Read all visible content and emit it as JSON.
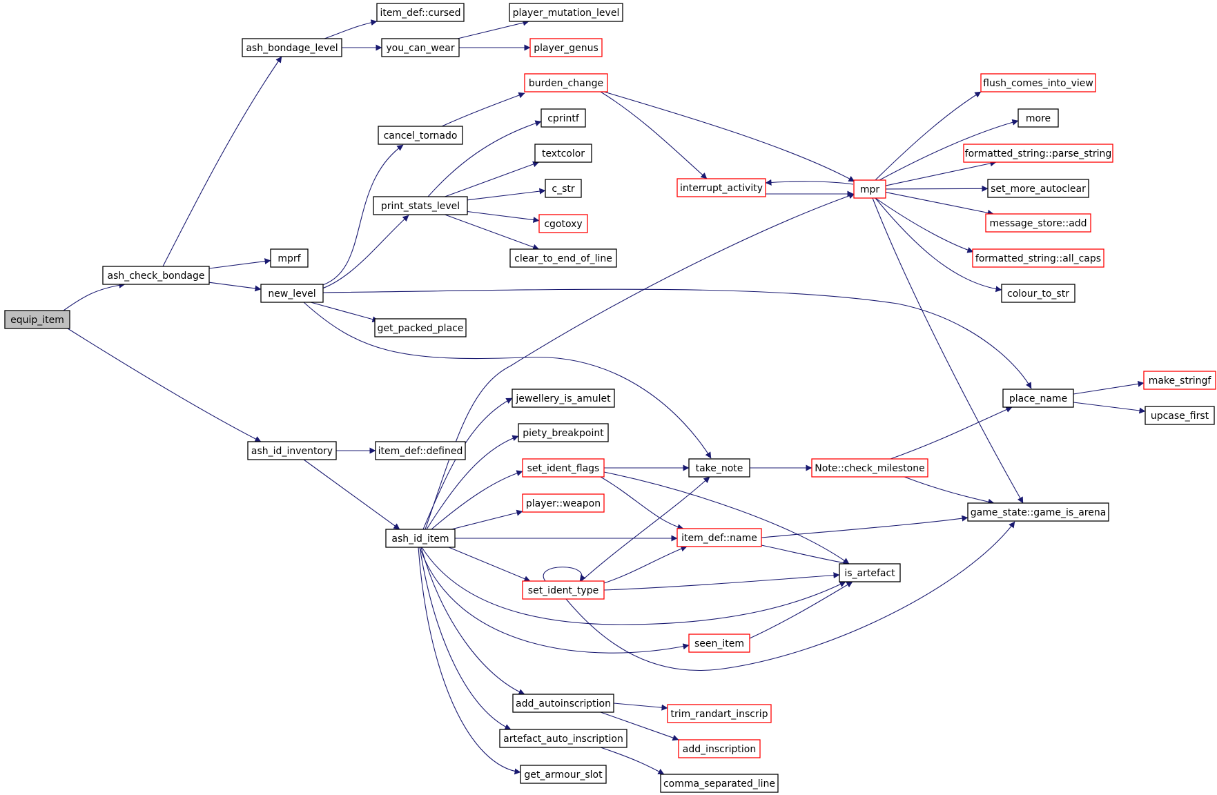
{
  "colors": {
    "edge": "#191970",
    "box_normal": "#000000",
    "box_truncated": "#ff0000",
    "root_fill": "#bfbfbf"
  },
  "nodes": [
    {
      "id": "equip_item",
      "label": "equip_item",
      "style": "root"
    },
    {
      "id": "ash_check_bondage",
      "label": "ash_check_bondage",
      "style": "black"
    },
    {
      "id": "ash_bondage_level",
      "label": "ash_bondage_level",
      "style": "black"
    },
    {
      "id": "item_def_cursed",
      "label": "item_def::cursed",
      "style": "black"
    },
    {
      "id": "player_mutation_level",
      "label": "player_mutation_level",
      "style": "black"
    },
    {
      "id": "you_can_wear",
      "label": "you_can_wear",
      "style": "black"
    },
    {
      "id": "player_genus",
      "label": "player_genus",
      "style": "red"
    },
    {
      "id": "burden_change",
      "label": "burden_change",
      "style": "red"
    },
    {
      "id": "cancel_tornado",
      "label": "cancel_tornado",
      "style": "black"
    },
    {
      "id": "cprintf",
      "label": "cprintf",
      "style": "black"
    },
    {
      "id": "textcolor",
      "label": "textcolor",
      "style": "black"
    },
    {
      "id": "c_str",
      "label": "c_str",
      "style": "black"
    },
    {
      "id": "print_stats_level",
      "label": "print_stats_level",
      "style": "black"
    },
    {
      "id": "cgotoxy",
      "label": "cgotoxy",
      "style": "red"
    },
    {
      "id": "clear_to_end_of_line",
      "label": "clear_to_end_of_line",
      "style": "black"
    },
    {
      "id": "mprf",
      "label": "mprf",
      "style": "black"
    },
    {
      "id": "new_level",
      "label": "new_level",
      "style": "black"
    },
    {
      "id": "get_packed_place",
      "label": "get_packed_place",
      "style": "black"
    },
    {
      "id": "interrupt_activity",
      "label": "interrupt_activity",
      "style": "red"
    },
    {
      "id": "mpr",
      "label": "mpr",
      "style": "red"
    },
    {
      "id": "flush_comes_into_view",
      "label": "flush_comes_into_view",
      "style": "red"
    },
    {
      "id": "more",
      "label": "more",
      "style": "black"
    },
    {
      "id": "parse_string",
      "label": "formatted_string::parse_string",
      "style": "red"
    },
    {
      "id": "set_more_autoclear",
      "label": "set_more_autoclear",
      "style": "black"
    },
    {
      "id": "message_store_add",
      "label": "message_store::add",
      "style": "red"
    },
    {
      "id": "all_caps",
      "label": "formatted_string::all_caps",
      "style": "red"
    },
    {
      "id": "colour_to_str",
      "label": "colour_to_str",
      "style": "black"
    },
    {
      "id": "make_stringf",
      "label": "make_stringf",
      "style": "red"
    },
    {
      "id": "place_name",
      "label": "place_name",
      "style": "black"
    },
    {
      "id": "upcase_first",
      "label": "upcase_first",
      "style": "black"
    },
    {
      "id": "jewellery_is_amulet",
      "label": "jewellery_is_amulet",
      "style": "black"
    },
    {
      "id": "piety_breakpoint",
      "label": "piety_breakpoint",
      "style": "black"
    },
    {
      "id": "ash_id_inventory",
      "label": "ash_id_inventory",
      "style": "black"
    },
    {
      "id": "item_def_defined",
      "label": "item_def::defined",
      "style": "black"
    },
    {
      "id": "set_ident_flags",
      "label": "set_ident_flags",
      "style": "red"
    },
    {
      "id": "take_note",
      "label": "take_note",
      "style": "black"
    },
    {
      "id": "check_milestone",
      "label": "Note::check_milestone",
      "style": "red"
    },
    {
      "id": "player_weapon",
      "label": "player::weapon",
      "style": "red"
    },
    {
      "id": "game_is_arena",
      "label": "game_state::game_is_arena",
      "style": "black"
    },
    {
      "id": "ash_id_item",
      "label": "ash_id_item",
      "style": "black"
    },
    {
      "id": "item_def_name",
      "label": "item_def::name",
      "style": "red"
    },
    {
      "id": "is_artefact",
      "label": "is_artefact",
      "style": "black"
    },
    {
      "id": "set_ident_type",
      "label": "set_ident_type",
      "style": "red"
    },
    {
      "id": "seen_item",
      "label": "seen_item",
      "style": "red"
    },
    {
      "id": "add_autoinscription",
      "label": "add_autoinscription",
      "style": "black"
    },
    {
      "id": "trim_randart_inscrip",
      "label": "trim_randart_inscrip",
      "style": "red"
    },
    {
      "id": "add_inscription",
      "label": "add_inscription",
      "style": "red"
    },
    {
      "id": "artefact_auto_inscription",
      "label": "artefact_auto_inscription",
      "style": "black"
    },
    {
      "id": "get_armour_slot",
      "label": "get_armour_slot",
      "style": "black"
    },
    {
      "id": "comma_separated_line",
      "label": "comma_separated_line",
      "style": "black"
    }
  ],
  "edges": [
    {
      "from": "equip_item",
      "to": "ash_check_bondage"
    },
    {
      "from": "equip_item",
      "to": "ash_id_inventory"
    },
    {
      "from": "ash_check_bondage",
      "to": "ash_bondage_level"
    },
    {
      "from": "ash_check_bondage",
      "to": "mprf"
    },
    {
      "from": "ash_check_bondage",
      "to": "new_level"
    },
    {
      "from": "ash_bondage_level",
      "to": "item_def_cursed"
    },
    {
      "from": "ash_bondage_level",
      "to": "you_can_wear"
    },
    {
      "from": "you_can_wear",
      "to": "player_mutation_level"
    },
    {
      "from": "you_can_wear",
      "to": "player_genus"
    },
    {
      "from": "new_level",
      "to": "cancel_tornado"
    },
    {
      "from": "new_level",
      "to": "print_stats_level"
    },
    {
      "from": "new_level",
      "to": "get_packed_place"
    },
    {
      "from": "new_level",
      "to": "place_name"
    },
    {
      "from": "new_level",
      "to": "take_note"
    },
    {
      "from": "cancel_tornado",
      "to": "burden_change"
    },
    {
      "from": "burden_change",
      "to": "interrupt_activity"
    },
    {
      "from": "burden_change",
      "to": "mpr"
    },
    {
      "from": "print_stats_level",
      "to": "cprintf"
    },
    {
      "from": "print_stats_level",
      "to": "textcolor"
    },
    {
      "from": "print_stats_level",
      "to": "c_str"
    },
    {
      "from": "print_stats_level",
      "to": "cgotoxy"
    },
    {
      "from": "print_stats_level",
      "to": "clear_to_end_of_line"
    },
    {
      "from": "interrupt_activity",
      "to": "mpr"
    },
    {
      "from": "mpr",
      "to": "interrupt_activity"
    },
    {
      "from": "mpr",
      "to": "flush_comes_into_view"
    },
    {
      "from": "mpr",
      "to": "more"
    },
    {
      "from": "mpr",
      "to": "parse_string"
    },
    {
      "from": "mpr",
      "to": "set_more_autoclear"
    },
    {
      "from": "mpr",
      "to": "message_store_add"
    },
    {
      "from": "mpr",
      "to": "all_caps"
    },
    {
      "from": "mpr",
      "to": "colour_to_str"
    },
    {
      "from": "mpr",
      "to": "game_is_arena"
    },
    {
      "from": "place_name",
      "to": "make_stringf"
    },
    {
      "from": "place_name",
      "to": "upcase_first"
    },
    {
      "from": "ash_id_inventory",
      "to": "item_def_defined"
    },
    {
      "from": "ash_id_inventory",
      "to": "ash_id_item"
    },
    {
      "from": "ash_id_item",
      "to": "mpr"
    },
    {
      "from": "ash_id_item",
      "to": "jewellery_is_amulet"
    },
    {
      "from": "ash_id_item",
      "to": "piety_breakpoint"
    },
    {
      "from": "ash_id_item",
      "to": "set_ident_flags"
    },
    {
      "from": "ash_id_item",
      "to": "player_weapon"
    },
    {
      "from": "ash_id_item",
      "to": "item_def_name"
    },
    {
      "from": "ash_id_item",
      "to": "set_ident_type"
    },
    {
      "from": "ash_id_item",
      "to": "is_artefact"
    },
    {
      "from": "ash_id_item",
      "to": "seen_item"
    },
    {
      "from": "ash_id_item",
      "to": "add_autoinscription"
    },
    {
      "from": "ash_id_item",
      "to": "artefact_auto_inscription"
    },
    {
      "from": "ash_id_item",
      "to": "get_armour_slot"
    },
    {
      "from": "set_ident_flags",
      "to": "take_note"
    },
    {
      "from": "set_ident_flags",
      "to": "item_def_name"
    },
    {
      "from": "set_ident_flags",
      "to": "is_artefact"
    },
    {
      "from": "take_note",
      "to": "check_milestone"
    },
    {
      "from": "check_milestone",
      "to": "place_name"
    },
    {
      "from": "check_milestone",
      "to": "game_is_arena"
    },
    {
      "from": "item_def_name",
      "to": "game_is_arena"
    },
    {
      "from": "item_def_name",
      "to": "is_artefact"
    },
    {
      "from": "set_ident_type",
      "to": "set_ident_type"
    },
    {
      "from": "set_ident_type",
      "to": "take_note"
    },
    {
      "from": "set_ident_type",
      "to": "item_def_name"
    },
    {
      "from": "set_ident_type",
      "to": "is_artefact"
    },
    {
      "from": "set_ident_type",
      "to": "game_is_arena"
    },
    {
      "from": "seen_item",
      "to": "is_artefact"
    },
    {
      "from": "add_autoinscription",
      "to": "trim_randart_inscrip"
    },
    {
      "from": "add_autoinscription",
      "to": "add_inscription"
    },
    {
      "from": "artefact_auto_inscription",
      "to": "comma_separated_line"
    }
  ]
}
